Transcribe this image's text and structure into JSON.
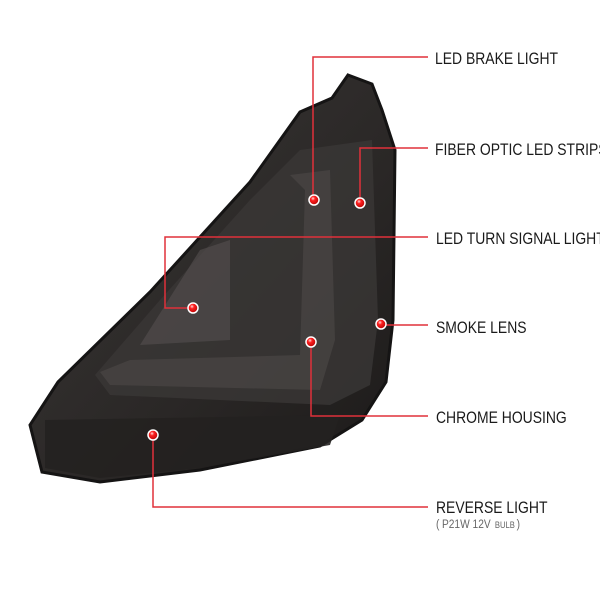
{
  "colors": {
    "accent": "#e0303a",
    "lens": "#2e2b2a",
    "background": "#ffffff"
  },
  "callouts": [
    {
      "label": "LED BRAKE LIGHT"
    },
    {
      "label": "FIBER OPTIC LED STRIPS"
    },
    {
      "label": "LED TURN SIGNAL LIGHT"
    },
    {
      "label": "SMOKE LENS"
    },
    {
      "label": "CHROME HOUSING"
    },
    {
      "label": "REVERSE LIGHT",
      "sub_open": "(",
      "sub_main": "P21W  12V",
      "sub_small": "BULB",
      "sub_close": ")"
    }
  ]
}
